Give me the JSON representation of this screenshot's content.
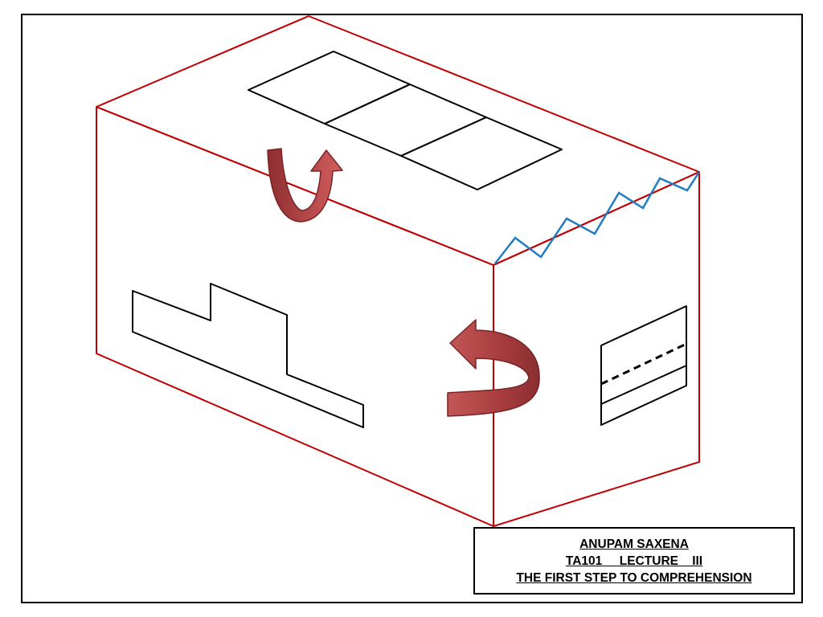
{
  "title_block": {
    "author": "ANUPAM SAXENA",
    "course": "TA101     LECTURE    III",
    "subtitle": "THE FIRST STEP TO COMPREHENSION"
  },
  "colors": {
    "box_edge": "#C00000",
    "feature_line": "#000000",
    "zigzag": "#1F7DC4",
    "arrow_fill": "#B5484A",
    "arrow_stroke": "#7A2325",
    "frame": "#000000"
  },
  "icons": {
    "top_rotation": "curved-arrow-icon",
    "side_rotation": "curved-arrow-icon"
  }
}
